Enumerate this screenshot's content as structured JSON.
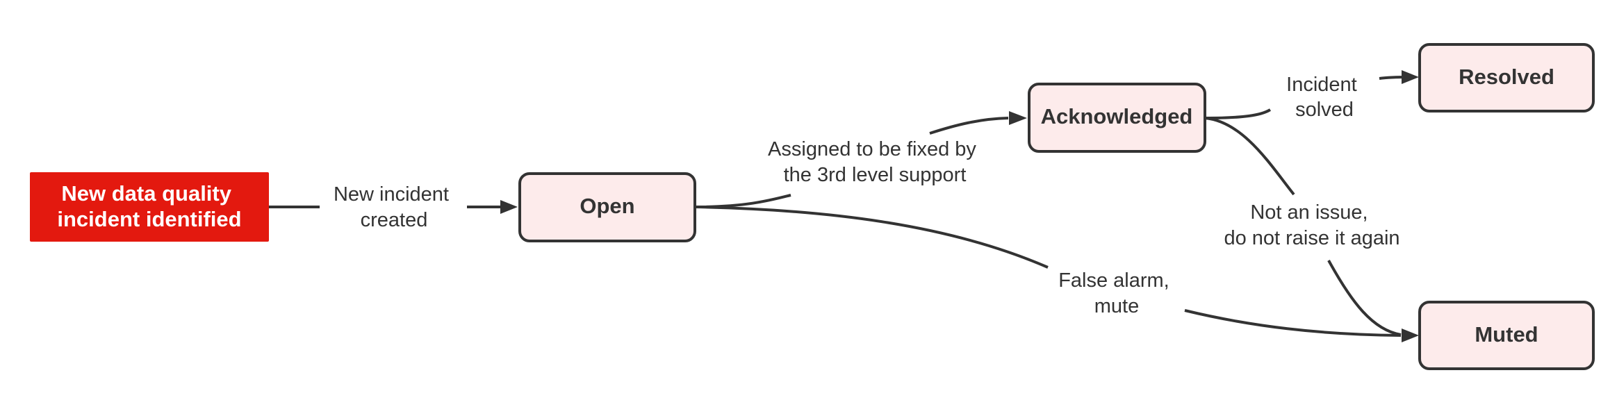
{
  "diagram": {
    "nodes": {
      "start": {
        "line1": "New data quality",
        "line2": "incident identified",
        "color": "#e3190f"
      },
      "open": {
        "label": "Open"
      },
      "acknowledged": {
        "label": "Acknowledged"
      },
      "resolved": {
        "label": "Resolved"
      },
      "muted": {
        "label": "Muted"
      }
    },
    "edges": {
      "start_open": {
        "line1": "New incident",
        "line2": "created"
      },
      "open_ack": {
        "line1": "Assigned to be fixed by",
        "line2": "the 3rd level support"
      },
      "ack_resolved": {
        "line1": "Incident",
        "line2": "solved"
      },
      "ack_muted": {
        "line1": "Not an issue,",
        "line2": "do not raise it again"
      },
      "open_muted": {
        "line1": "False alarm,",
        "line2": "mute"
      }
    },
    "colors": {
      "node_fill": "#fdebeb",
      "stroke": "#333333",
      "start_fill": "#e3190f"
    }
  }
}
